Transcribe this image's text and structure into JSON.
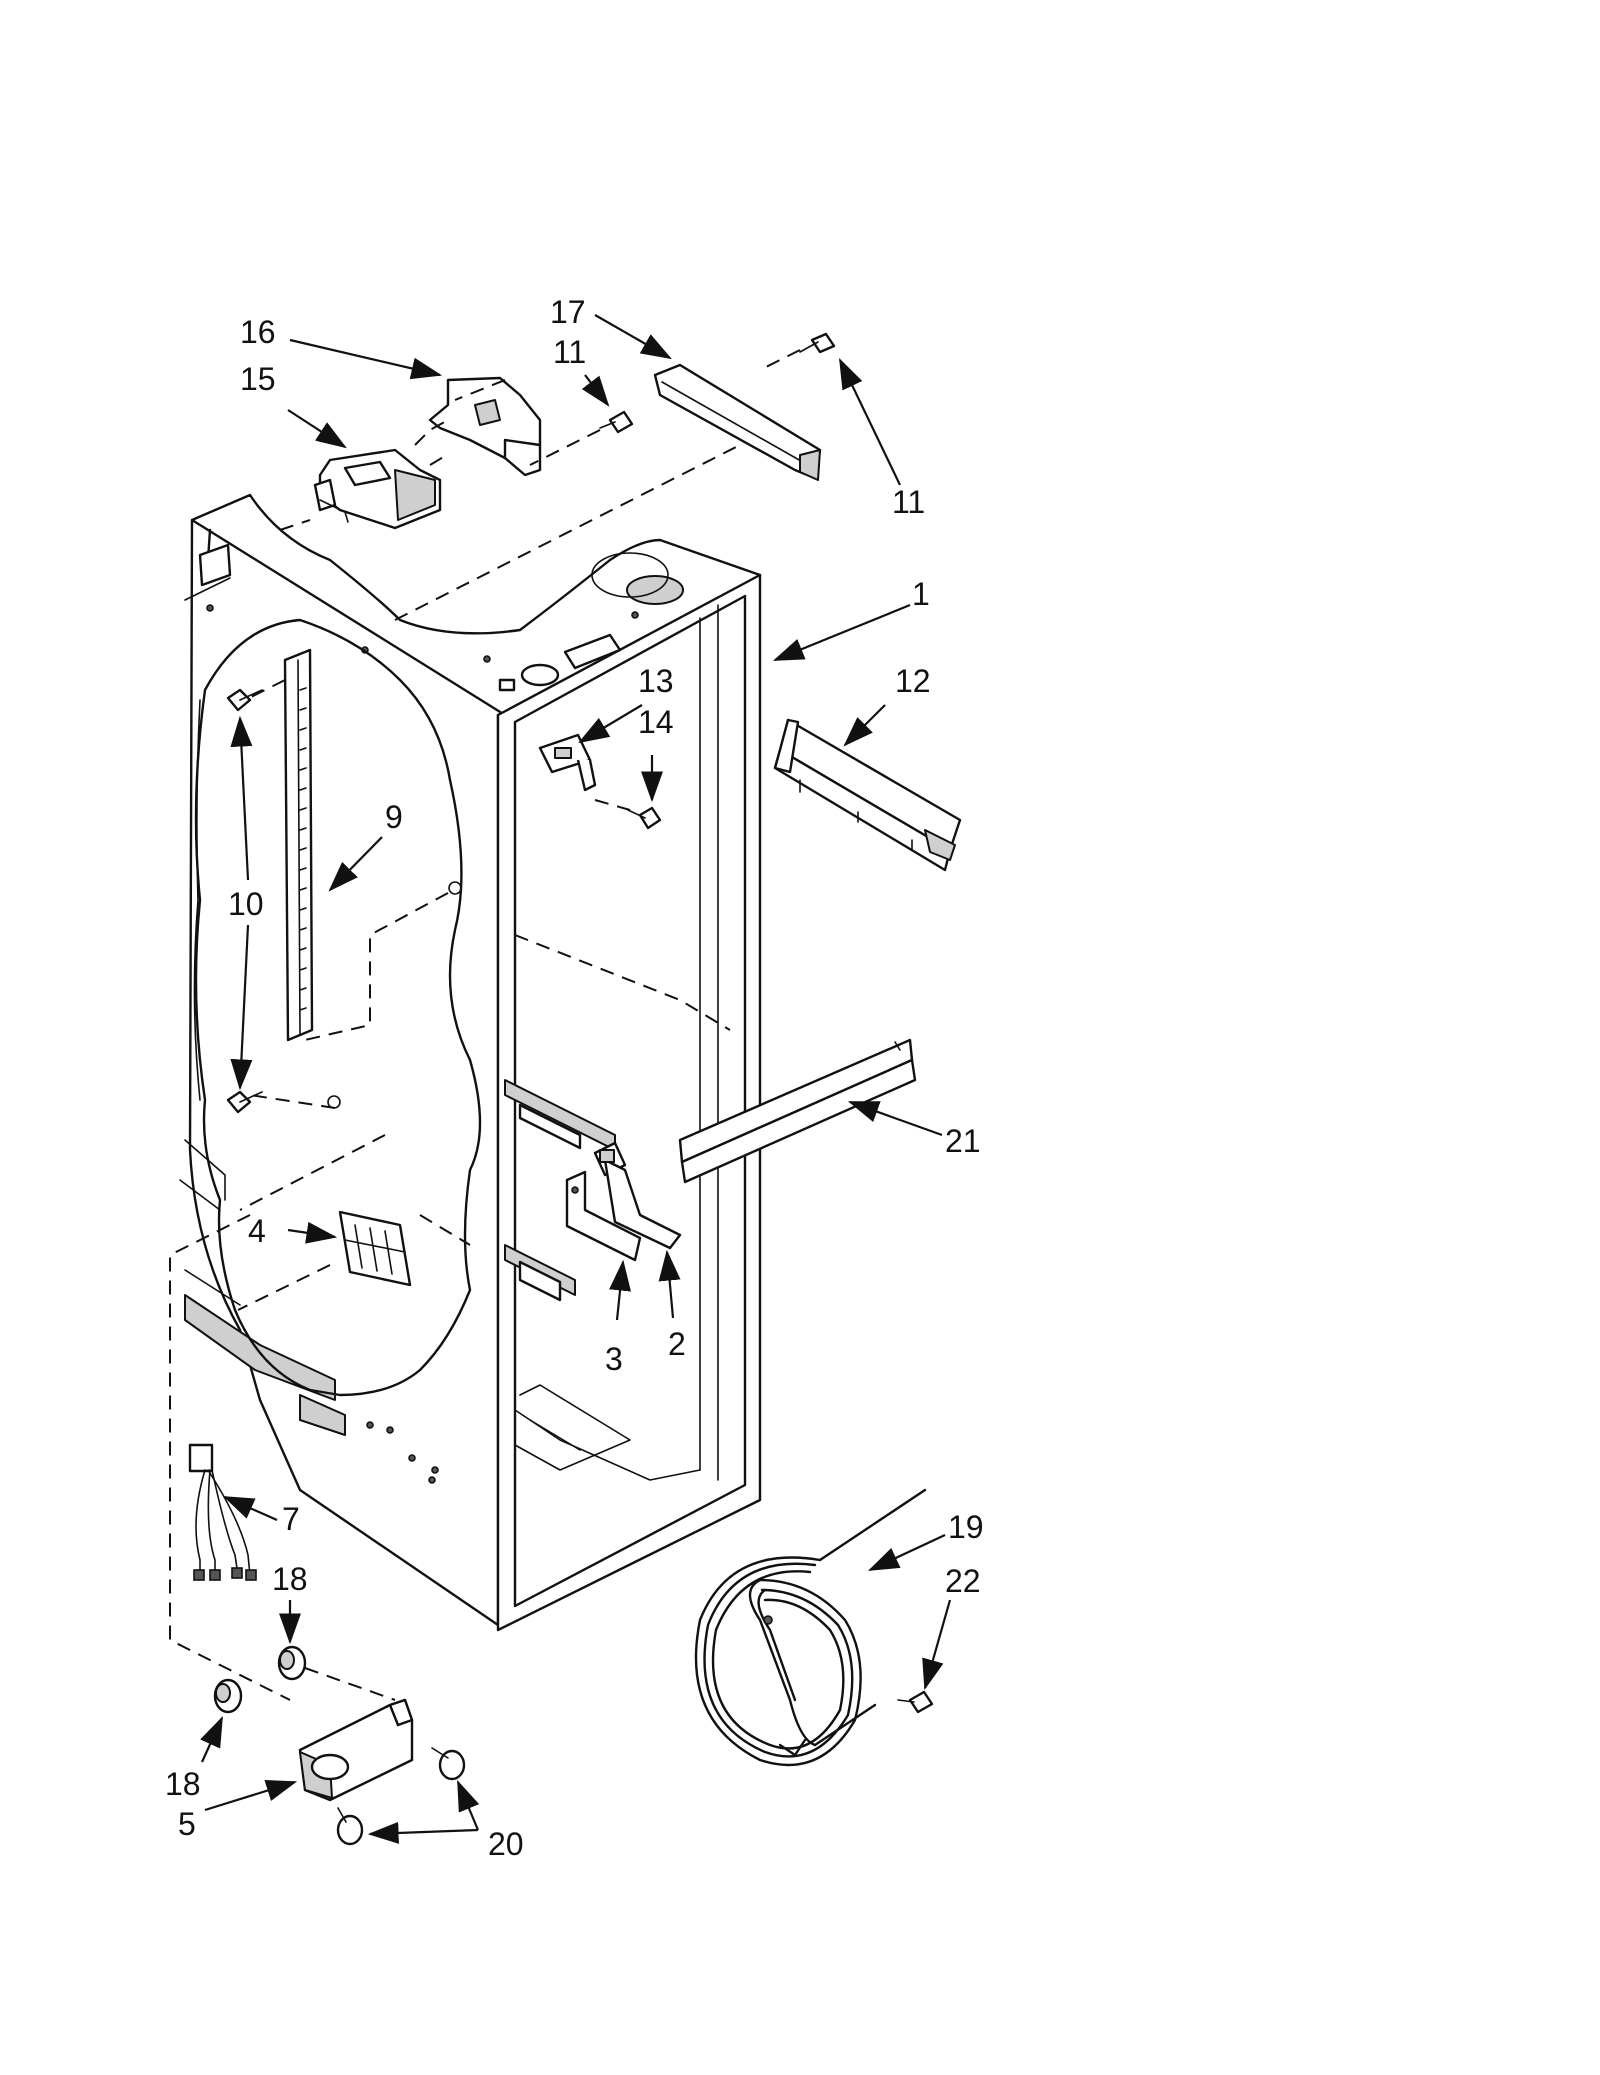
{
  "diagram": {
    "labels": [
      {
        "id": "label-16",
        "text": "16"
      },
      {
        "id": "label-15",
        "text": "15"
      },
      {
        "id": "label-17",
        "text": "17"
      },
      {
        "id": "label-11-top",
        "text": "11"
      },
      {
        "id": "label-11-right",
        "text": "11"
      },
      {
        "id": "label-1",
        "text": "1"
      },
      {
        "id": "label-13",
        "text": "13"
      },
      {
        "id": "label-14",
        "text": "14"
      },
      {
        "id": "label-12",
        "text": "12"
      },
      {
        "id": "label-9",
        "text": "9"
      },
      {
        "id": "label-10",
        "text": "10"
      },
      {
        "id": "label-21",
        "text": "21"
      },
      {
        "id": "label-4",
        "text": "4"
      },
      {
        "id": "label-3",
        "text": "3"
      },
      {
        "id": "label-2",
        "text": "2"
      },
      {
        "id": "label-7",
        "text": "7"
      },
      {
        "id": "label-18-top",
        "text": "18"
      },
      {
        "id": "label-18-bottom",
        "text": "18"
      },
      {
        "id": "label-5",
        "text": "5"
      },
      {
        "id": "label-20",
        "text": "20"
      },
      {
        "id": "label-19",
        "text": "19"
      },
      {
        "id": "label-22",
        "text": "22"
      }
    ]
  }
}
